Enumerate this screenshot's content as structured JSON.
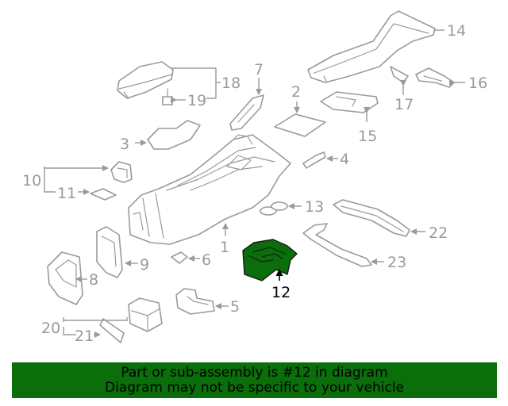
{
  "diagram": {
    "callouts": {
      "c1": "1",
      "c2": "2",
      "c3": "3",
      "c4": "4",
      "c5": "5",
      "c6": "6",
      "c7": "7",
      "c8": "8",
      "c9": "9",
      "c10": "10",
      "c11": "11",
      "c12": "12",
      "c13": "13",
      "c14": "14",
      "c15": "15",
      "c16": "16",
      "c17": "17",
      "c18": "18",
      "c19": "19",
      "c20": "20",
      "c21": "21",
      "c22": "22",
      "c23": "23"
    },
    "highlighted_part": "12",
    "colors": {
      "highlight": "#0a6e0a",
      "lines": "#9a9a9a",
      "banner": "#0a6e0a"
    }
  },
  "banner": {
    "line1": "Part or sub-assembly is #12 in diagram",
    "line2": "Diagram may not be specific to your vehicle"
  }
}
